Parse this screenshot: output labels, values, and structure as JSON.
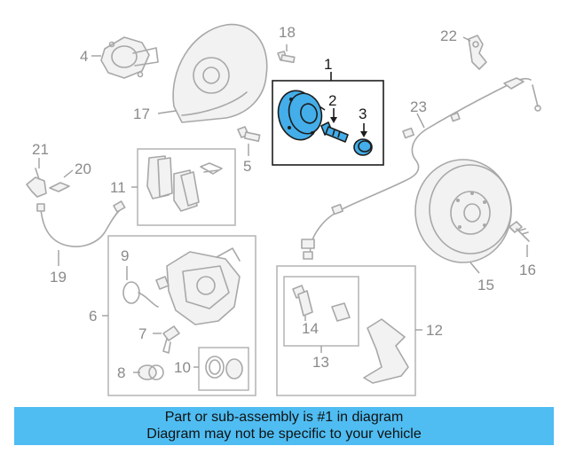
{
  "diagram": {
    "callouts": [
      "1",
      "2",
      "3",
      "4",
      "5",
      "6",
      "7",
      "8",
      "9",
      "10",
      "11",
      "12",
      "13",
      "14",
      "15",
      "16",
      "17",
      "18",
      "19",
      "20",
      "21",
      "22",
      "23"
    ],
    "highlight_color": "#43aee9"
  },
  "footer": {
    "line1": "Part or sub-assembly is #1 in diagram",
    "line2": "Diagram may not be specific to your vehicle",
    "background": "#4fbdf2"
  }
}
